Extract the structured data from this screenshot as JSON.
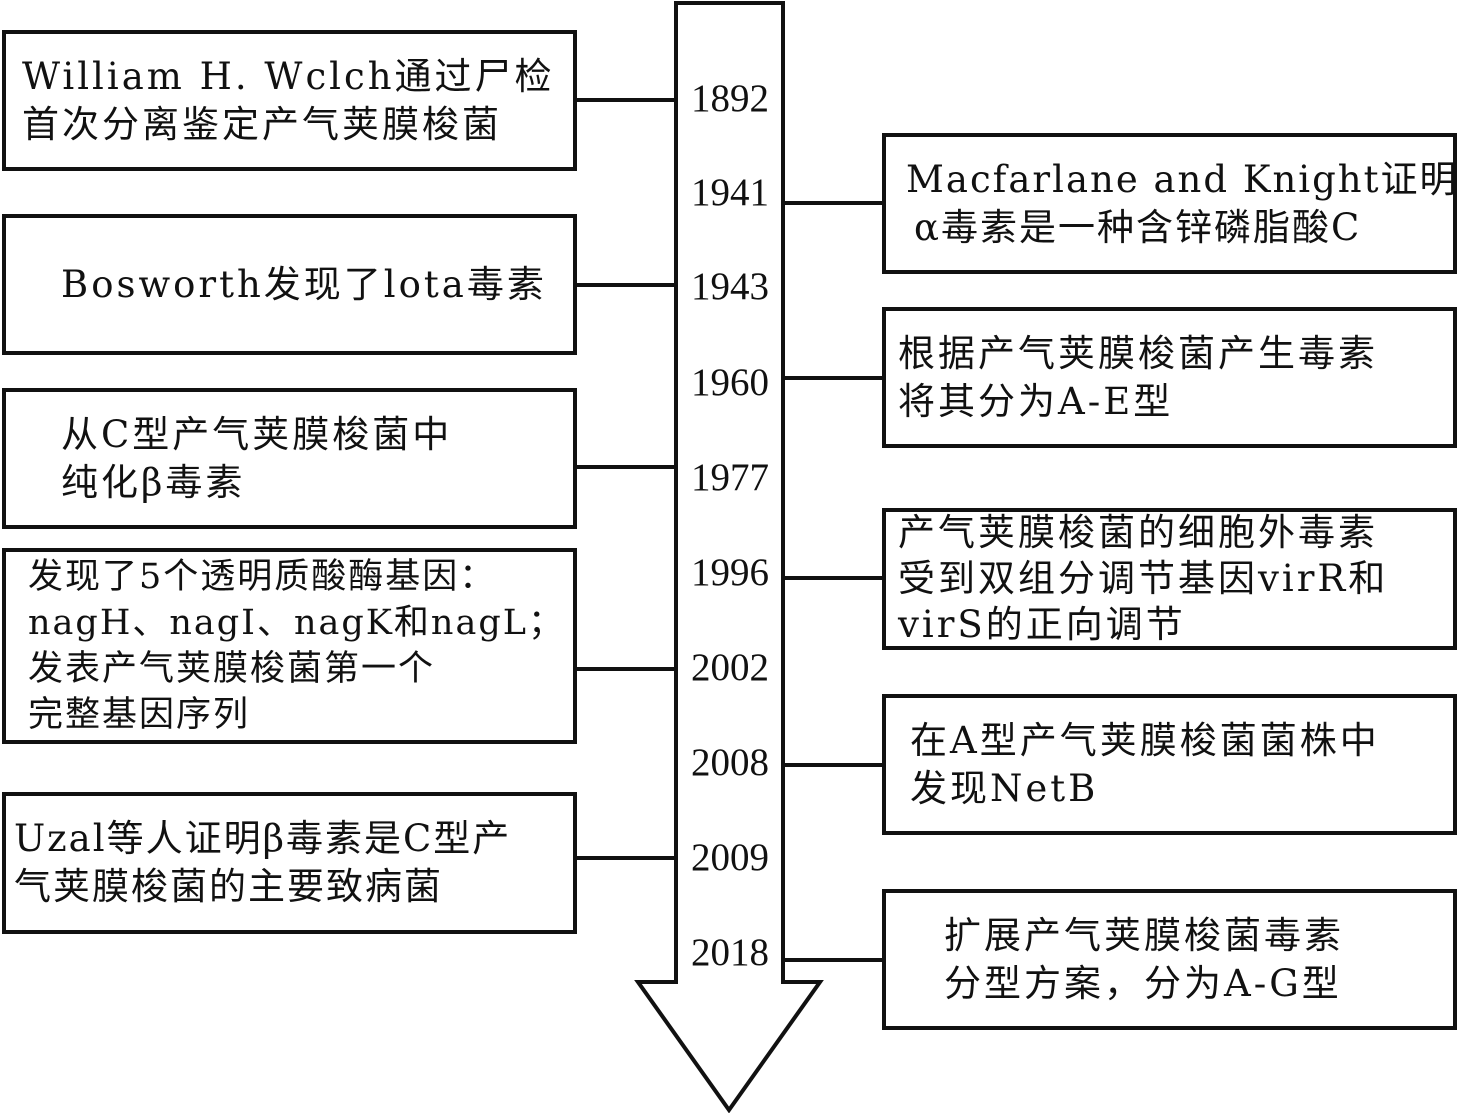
{
  "timeline": {
    "years": [
      "1892",
      "1941",
      "1943",
      "1960",
      "1977",
      "1996",
      "2002",
      "2008",
      "2009",
      "2018"
    ]
  },
  "events": {
    "left": [
      {
        "year": "1892",
        "lines": [
          "William H. Wclch通过尸检",
          "首次分离鉴定产气荚膜梭菌"
        ]
      },
      {
        "year": "1943",
        "lines": [
          "Bosworth发现了lota毒素"
        ]
      },
      {
        "year": "1977",
        "lines": [
          "从C型产气荚膜梭菌中",
          "纯化β毒素"
        ]
      },
      {
        "year": "2002",
        "lines": [
          "发现了5个透明质酸酶基因：",
          "nagH、nagI、nagK和nagL；",
          "发表产气荚膜梭菌第一个",
          "完整基因序列"
        ]
      },
      {
        "year": "2009",
        "lines": [
          "Uzal等人证明β毒素是C型产",
          "气荚膜梭菌的主要致病菌"
        ]
      }
    ],
    "right": [
      {
        "year": "1941",
        "lines": [
          "Macfarlane and Knight证明",
          "α毒素是一种含锌磷脂酸C"
        ]
      },
      {
        "year": "1960",
        "lines": [
          "根据产气荚膜梭菌产生毒素",
          "将其分为A-E型"
        ]
      },
      {
        "year": "1996",
        "lines": [
          "产气荚膜梭菌的细胞外毒素",
          "受到双组分调节基因virR和",
          "virS的正向调节"
        ]
      },
      {
        "year": "2008",
        "lines": [
          "在A型产气荚膜梭菌菌株中",
          "发现NetB"
        ]
      },
      {
        "year": "2018",
        "lines": [
          "扩展产气荚膜梭菌毒素",
          "分型方案，分为A-G型"
        ]
      }
    ]
  }
}
